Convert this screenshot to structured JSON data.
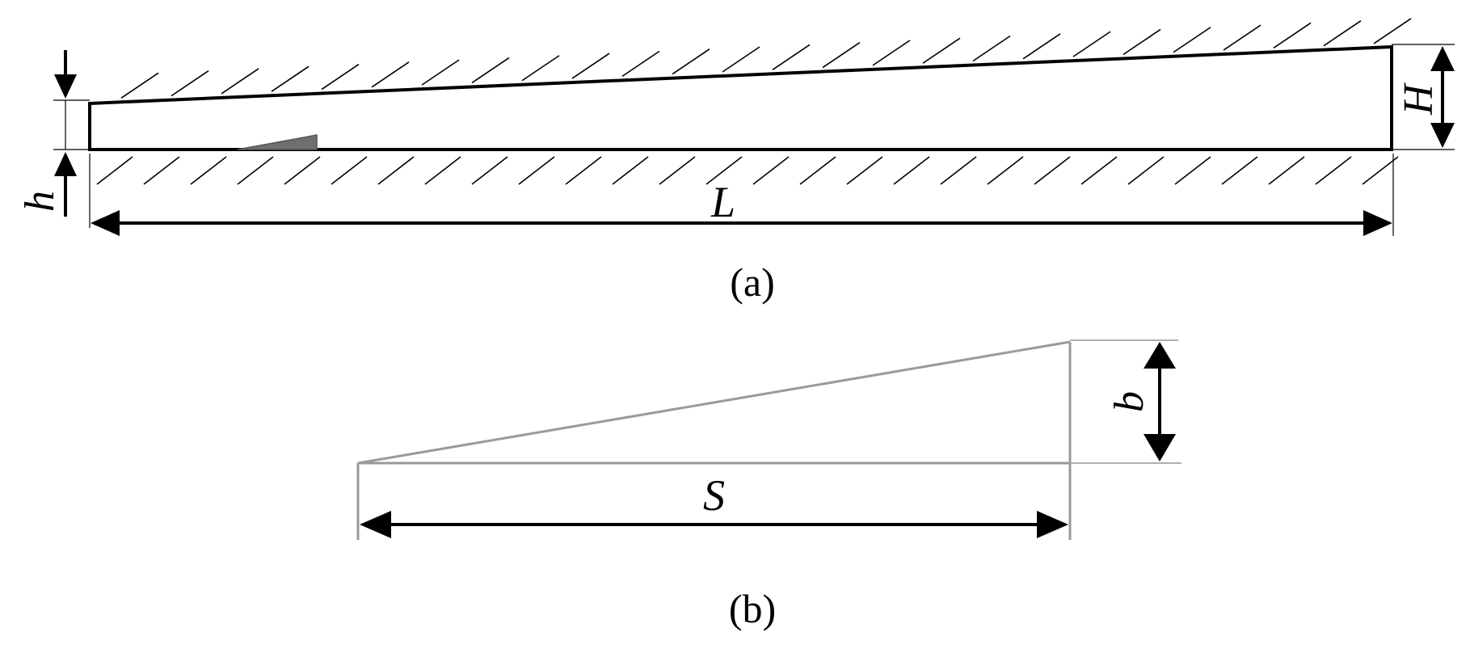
{
  "panel_a": {
    "label_h": "h",
    "label_H": "H",
    "label_L": "L",
    "caption": "(a)"
  },
  "panel_b": {
    "label_b": "b",
    "label_S": "S",
    "caption": "(b)"
  },
  "colors": {
    "line": "#000000",
    "wedge_fill": "#6f6f6f",
    "panel_b_lines": "#9a9a9a"
  }
}
